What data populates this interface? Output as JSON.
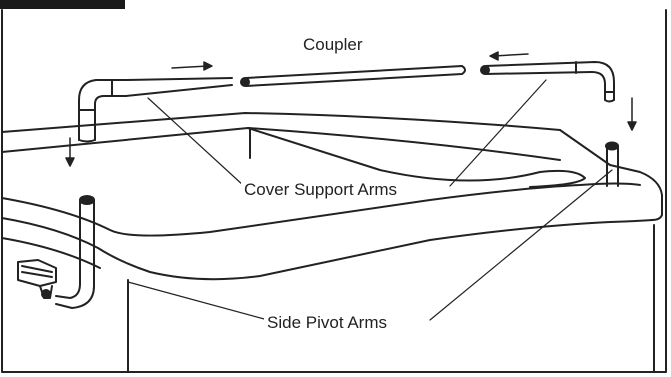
{
  "labels": {
    "coupler": "Coupler",
    "cover_support_arms": "Cover Support Arms",
    "side_pivot_arms": "Side Pivot Arms"
  },
  "colors": {
    "line": "#222222",
    "background": "#ffffff",
    "header_tab": "#1a1a1a"
  }
}
